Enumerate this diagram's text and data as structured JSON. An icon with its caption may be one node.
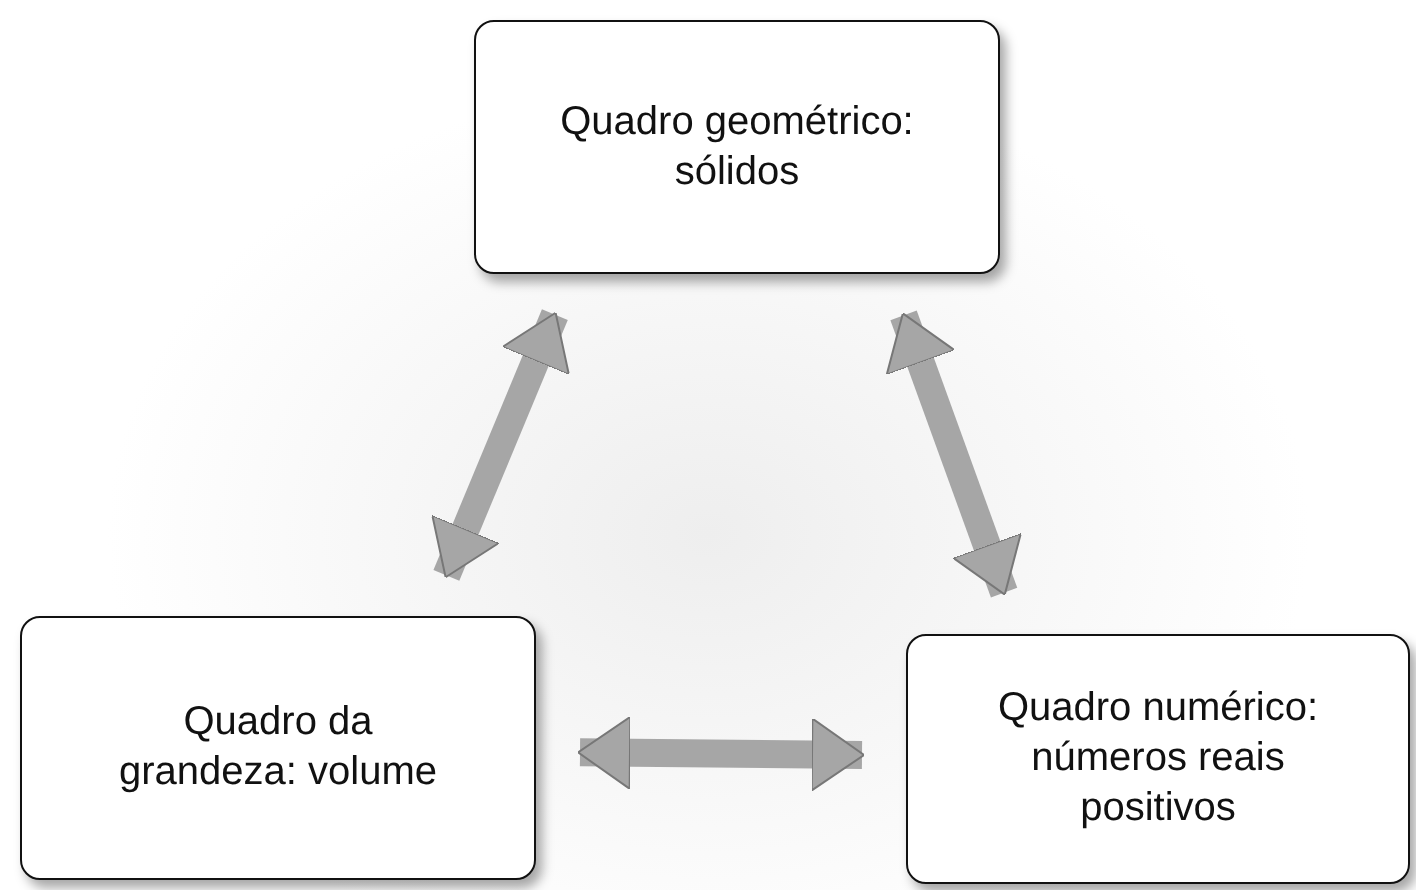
{
  "diagram": {
    "nodes": [
      {
        "text": [
          "Quadro geométrico: sólidos"
        ]
      },
      {
        "text": [
          "Quadro da grandeza: volume"
        ]
      },
      {
        "text": [
          "Quadro numérico: números reais positivos"
        ]
      }
    ],
    "edges": [
      {
        "from": 0,
        "to": 1,
        "arrow": "both"
      },
      {
        "from": 0,
        "to": 2,
        "arrow": "both"
      },
      {
        "from": 1,
        "to": 2,
        "arrow": "both"
      }
    ]
  }
}
